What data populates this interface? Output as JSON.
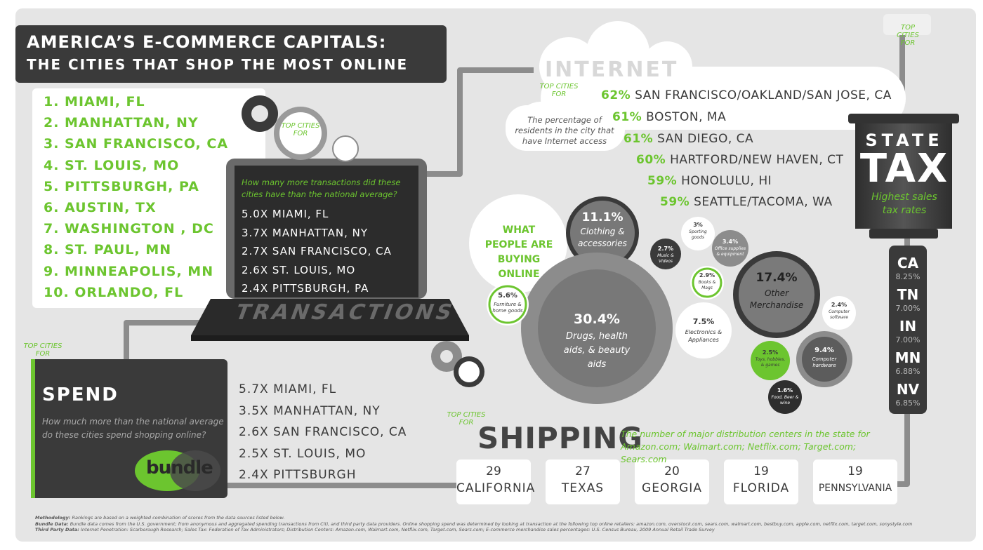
{
  "title": {
    "line1": "AMERICA’S E-COMMERCE CAPITALS:",
    "line2": "THE CITIES THAT SHOP THE MOST ONLINE"
  },
  "ranking": [
    "1. MIAMI, FL",
    "2. MANHATTAN, NY",
    "3. SAN FRANCISCO, CA",
    "4. ST. LOUIS, MO",
    "5. PITTSBURGH, PA",
    "6. AUSTIN, TX",
    "7. WASHINGTON , DC",
    "8. ST. PAUL, MN",
    "9. MINNEAPOLIS, MN",
    "10. ORLANDO, FL"
  ],
  "top_cities_for": "TOP CITIES FOR",
  "transactions": {
    "banner": "TRANSACTIONS",
    "question": "How many more transactions did these cities have than the national average?",
    "items": [
      "5.0X  MIAMI, FL",
      "3.7X  MANHATTAN, NY",
      "2.7X  SAN FRANCISCO, CA",
      "2.6X  ST. LOUIS, MO",
      "2.4X  PITTSBURGH, PA"
    ]
  },
  "internet": {
    "heading": "INTERNET",
    "description": "The percentage of residents in the city that have Internet access",
    "items": [
      {
        "pct": "62%",
        "city": "SAN FRANCISCO/OAKLAND/SAN JOSE, CA"
      },
      {
        "pct": "61%",
        "city": "BOSTON, MA"
      },
      {
        "pct": "61%",
        "city": "SAN DIEGO, CA"
      },
      {
        "pct": "60%",
        "city": "HARTFORD/NEW HAVEN, CT"
      },
      {
        "pct": "59%",
        "city": "HONOLULU, HI"
      },
      {
        "pct": "59%",
        "city": "SEATTLE/TACOMA, WA"
      }
    ]
  },
  "state_tax": {
    "heading1": "STATE",
    "heading2": "TAX",
    "subtitle": "Highest sales tax rates",
    "states": [
      {
        "code": "CA",
        "rate": "8.25%"
      },
      {
        "code": "TN",
        "rate": "7.00%"
      },
      {
        "code": "IN",
        "rate": "7.00%"
      },
      {
        "code": "MN",
        "rate": "6.88%"
      },
      {
        "code": "NV",
        "rate": "6.85%"
      }
    ]
  },
  "buying": {
    "heading": "WHAT PEOPLE ARE BUYING ONLINE",
    "clothing": {
      "pct": "11.1%",
      "label": "Clothing & accessories"
    },
    "drugs": {
      "pct": "30.4%",
      "label": "Drugs, health aids, & beauty aids"
    },
    "other": {
      "pct": "17.4%",
      "label": "Other Merchandise"
    },
    "furniture": {
      "pct": "5.6%",
      "label": "Furniture & home goods"
    },
    "sporting": {
      "pct": "3%",
      "label": "Sporting goods"
    },
    "music": {
      "pct": "2.7%",
      "label": "Music & Videos"
    },
    "office": {
      "pct": "3.4%",
      "label": "Office supplies & equipment"
    },
    "books": {
      "pct": "2.9%",
      "label": "Books & Mags"
    },
    "electronics": {
      "pct": "7.5%",
      "label": "Electronics & Appliances"
    },
    "software": {
      "pct": "2.4%",
      "label": "Computer software"
    },
    "hardware": {
      "pct": "9.4%",
      "label": "Computer hardware"
    },
    "toys": {
      "pct": "2.5%",
      "label": "Toys, hobbies, & games"
    },
    "food": {
      "pct": "1.6%",
      "label": "Food, Beer & wine"
    }
  },
  "spend": {
    "heading": "SPEND",
    "question": "How much more than the national average do these cities spend shopping online?",
    "items": [
      "5.7X  MIAMI, FL",
      "3.5X  MANHATTAN, NY",
      "2.6X  SAN FRANCISCO, CA",
      "2.5X  ST. LOUIS, MO",
      "2.4X  PITTSBURGH"
    ],
    "logo": "bundle"
  },
  "shipping": {
    "heading": "SHIPPING",
    "description": "The number of major distribution centers in the state for Amazon.com; Walmart.com; Netflix.com; Target.com; Sears.com",
    "items": [
      {
        "num": "29",
        "state": "CALIFORNIA"
      },
      {
        "num": "27",
        "state": "TEXAS"
      },
      {
        "num": "20",
        "state": "GEORGIA"
      },
      {
        "num": "19",
        "state": "FLORIDA"
      },
      {
        "num": "19",
        "state": "PENNSYLVANIA"
      }
    ]
  },
  "footer": {
    "methodology_label": "Methodology:",
    "methodology": "Rankings are based on a weighted combination of scores from the data sources listed below.",
    "bundle_label": "Bundle Data:",
    "bundle": "Bundle data comes from the U.S. government; from anonymous and aggregated spending transactions from Citi, and third party data providers. Online shopping spend was determined by looking at transaction at the following top online retailers: amazon.com, overstock.com, sears.com, walmart.com, bestbuy.com, apple.com, netflix.com, target.com, sonystyle.com",
    "third_label": "Third Party Data:",
    "third": "Internet Penetration: Scarborough Research; Sales Tax: Federation of Tax Administrators; Distribution Centers: Amazon.com, Walmart.com, Netflix.com, Target.com, Sears.com; E-commerce merchandise sales percentages: U.S. Census Bureau, 2009 Annual Retail Trade Survey"
  },
  "colors": {
    "green": "#6cc52f",
    "dark": "#3c3c3c",
    "mid": "#8a8a8a",
    "panel": "#e5e5e5"
  }
}
